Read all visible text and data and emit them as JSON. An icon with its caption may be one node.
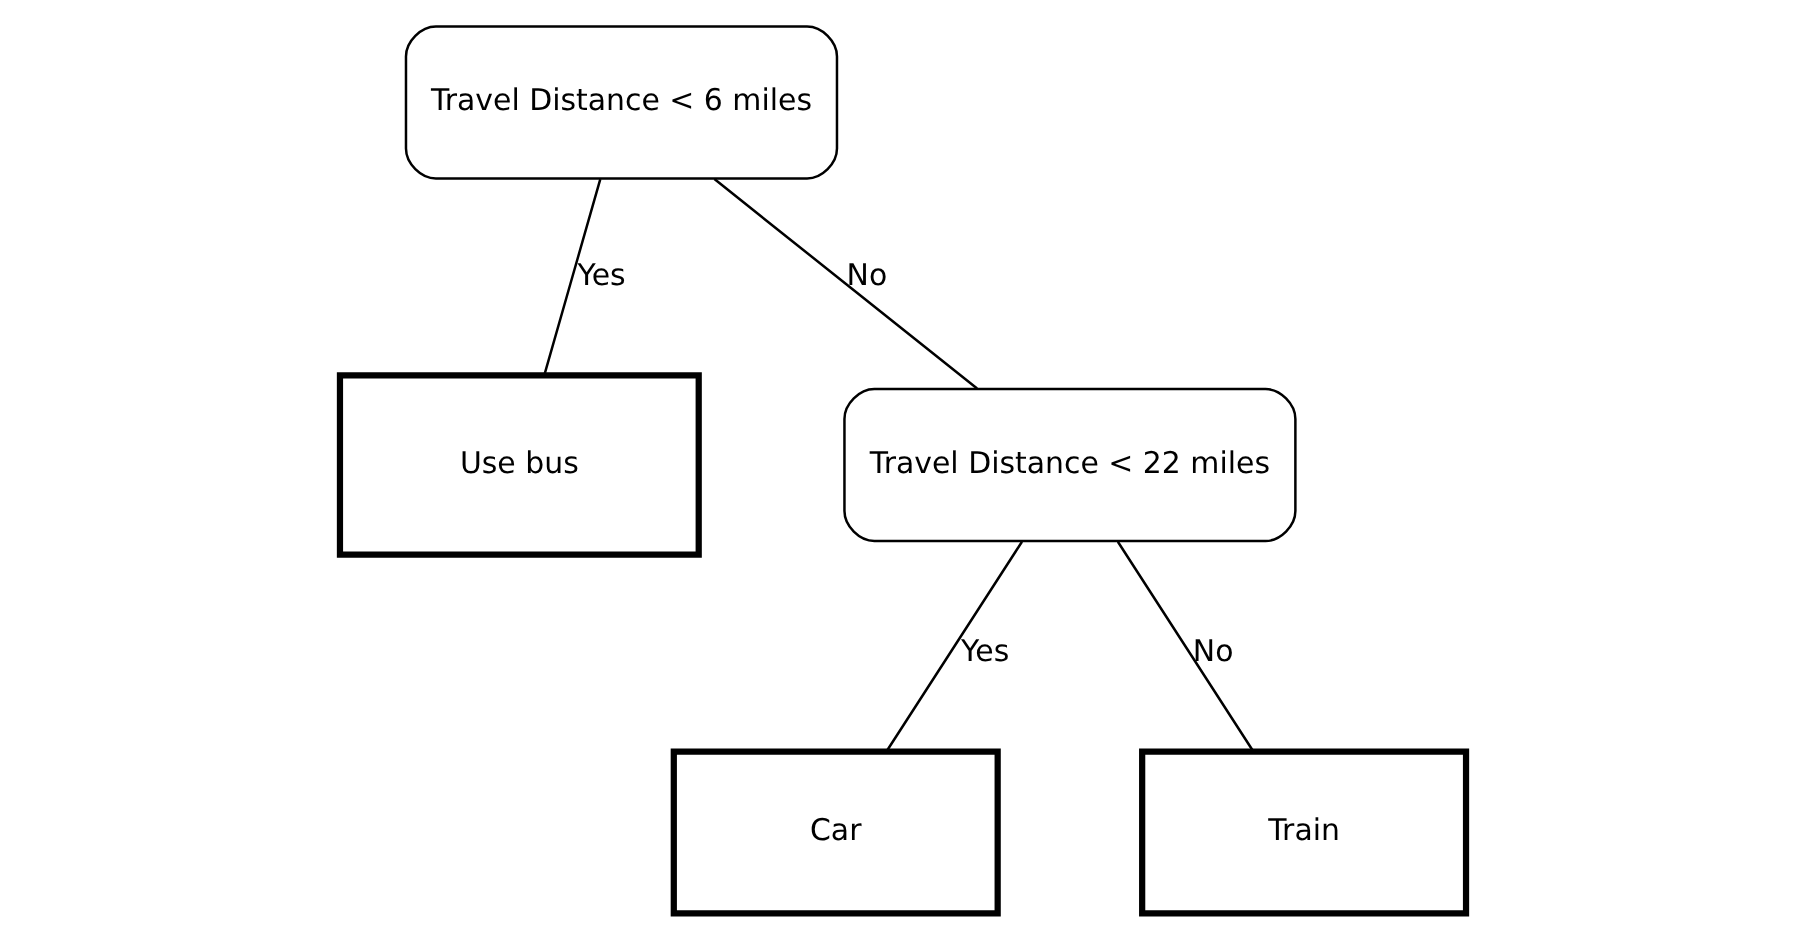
{
  "diagram": {
    "nodes": [
      {
        "text": [
          "Travel Distance < 6 miles"
        ]
      },
      {
        "text": [
          "Use bus"
        ]
      },
      {
        "text": [
          "Travel Distance < 22 miles"
        ]
      },
      {
        "text": [
          "Car"
        ]
      },
      {
        "text": [
          "Train"
        ]
      }
    ],
    "edges": [
      {
        "from": 0,
        "to": 1,
        "arrow": "none",
        "label": "Yes"
      },
      {
        "from": 0,
        "to": 2,
        "arrow": "none",
        "label": "No"
      },
      {
        "from": 2,
        "to": 3,
        "arrow": "none",
        "label": "Yes"
      },
      {
        "from": 2,
        "to": 4,
        "arrow": "none",
        "label": "No"
      }
    ]
  }
}
